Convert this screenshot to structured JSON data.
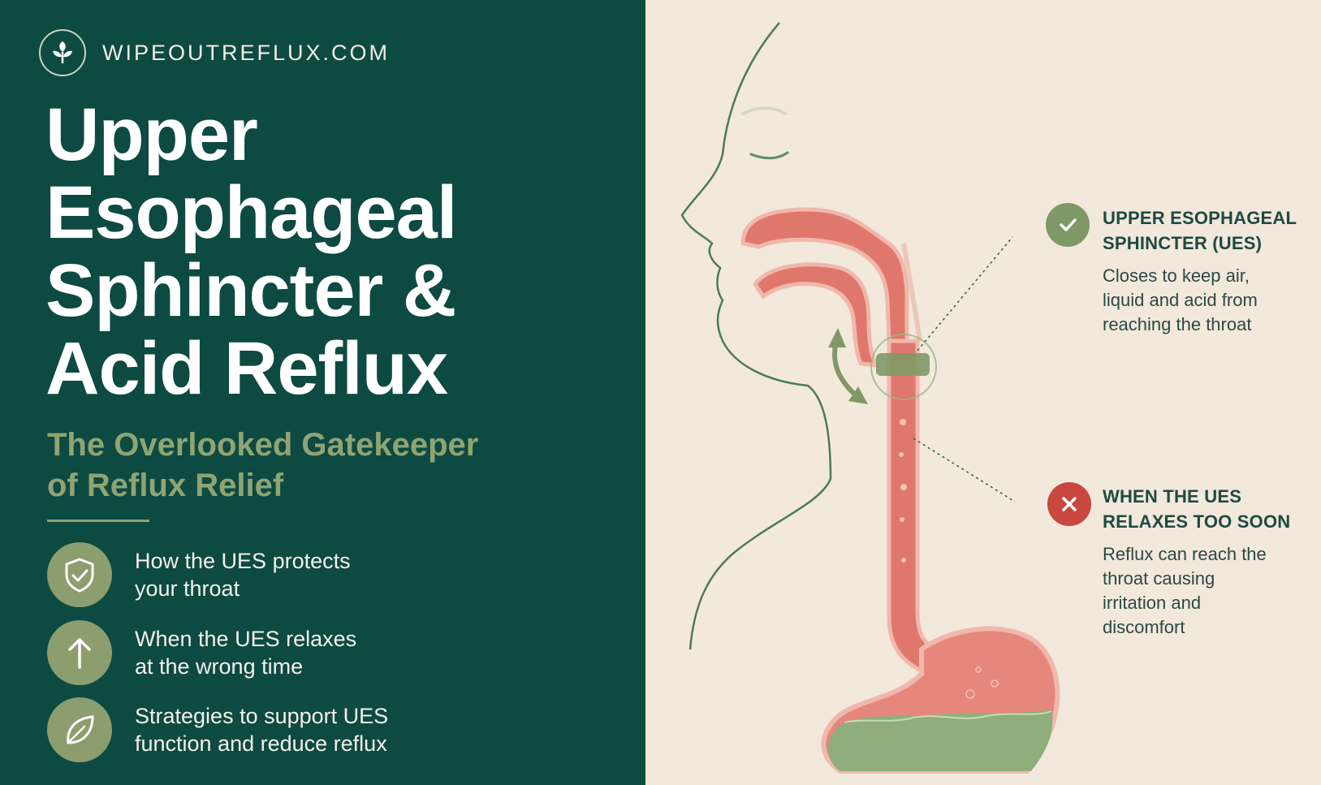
{
  "brand": {
    "name": "WIPEOUTREFLUX.COM",
    "logo_icon": "leaf-sprout-icon"
  },
  "title": {
    "line1": "Upper",
    "line2": "Esophageal",
    "line3": "Sphincter &",
    "line4": "Acid Reflux"
  },
  "subtitle": {
    "line1": "The Overlooked Gatekeeper",
    "line2": "of Reflux Relief"
  },
  "features": [
    {
      "icon": "shield-check-icon",
      "line1": "How the UES protects",
      "line2": "your throat"
    },
    {
      "icon": "arrow-up-icon",
      "line1": "When the UES relaxes",
      "line2": "at the wrong time"
    },
    {
      "icon": "leaf-icon",
      "line1": "Strategies to support UES",
      "line2": "function and reduce reflux"
    }
  ],
  "callouts": [
    {
      "icon": "check-icon",
      "status_color": "#7f9966",
      "title1": "UPPER ESOPHAGEAL",
      "title2": "SPHINCTER (UES)",
      "body1": "Closes to keep air,",
      "body2": "liquid and acid from",
      "body3": "reaching the throat"
    },
    {
      "icon": "x-icon",
      "status_color": "#c9473f",
      "title1": "WHEN THE UES",
      "title2": "RELAXES TOO SOON",
      "body1": "Reflux can reach the",
      "body2": "throat causing",
      "body3": "irritation and",
      "body4": "discomfort"
    }
  ],
  "colors": {
    "panel_bg": "#0d4a42",
    "accent_green": "#8fa473",
    "diagram_bg": "#f3e8dc",
    "tissue_red": "#e0776c",
    "acid_green": "#8fae7c"
  }
}
